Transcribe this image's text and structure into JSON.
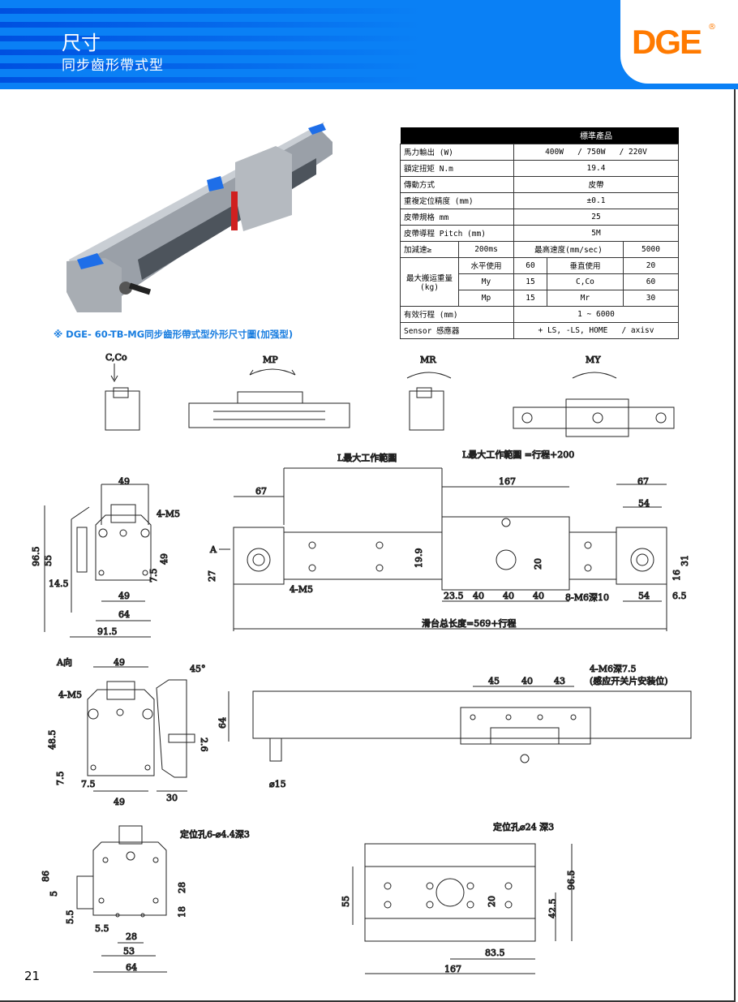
{
  "header": {
    "title": "尺寸",
    "subtitle": "同步齒形帶式型",
    "logo": "DGE",
    "logo_mark": "®"
  },
  "colors": {
    "header_blue": "#0a80f5",
    "logo_orange": "#ff7a00",
    "caption_blue": "#1a7ee0"
  },
  "caption": "※ DGE- 60-TB-MG同步齒形帶式型外形尺寸圖(加强型)",
  "spec_table": {
    "header": "標準產品",
    "rows": [
      {
        "label": "馬力輸出 (W)",
        "value": "400W   / 750W   / 220V"
      },
      {
        "label": "額定扭矩 N.m",
        "value": "19.4"
      },
      {
        "label": "傳動方式",
        "value": "皮帶"
      },
      {
        "label": "重複定位精度 (mm)",
        "value": "±0.1"
      },
      {
        "label": "皮帶規格 mm",
        "value": "25"
      },
      {
        "label": "皮帶導程 Pitch (mm)",
        "value": "5M"
      }
    ],
    "accel": {
      "label": "加減速≥",
      "value": "200ms",
      "speed_label": "最高速度(mm/sec)",
      "speed_value": "5000"
    },
    "load": {
      "label": "最大搬运重量(kg)",
      "rows": [
        [
          "水平使用",
          "60",
          "垂直使用",
          "20"
        ],
        [
          "My",
          "15",
          "C,Co",
          "60"
        ],
        [
          "Mp",
          "15",
          "Mr",
          "30"
        ]
      ]
    },
    "stroke": {
      "label": "有效行程 (mm)",
      "value": "1 ~ 6000"
    },
    "sensor": {
      "label": "Sensor  感應器",
      "value": "+ LS, -LS, HOME   / axisv"
    }
  },
  "moments": {
    "cco": "C,Co",
    "mp": "MP",
    "mr": "MR",
    "my": "MY"
  },
  "dims": {
    "l_max": "L最大工作範圍",
    "l_formula": "L最大工作範圍 =行程+200",
    "d49a": "49",
    "d4m5a": "4-M5",
    "d965": "96.5",
    "d55": "55",
    "d49v": "49",
    "d145": "14.5",
    "d75a": "7.5",
    "d49b": "49",
    "d64": "64",
    "d915": "91.5",
    "d67a": "67",
    "arrowA": "A",
    "d27": "27",
    "d4m5b": "4-M5",
    "d167": "167",
    "d199": "19.9",
    "d20": "20",
    "d235": "23.5",
    "d40a": "40",
    "d40b": "40",
    "d40c": "40",
    "d8m6": "8-M6深10",
    "d67b": "67",
    "d54a": "54",
    "d31": "31",
    "d16": "16",
    "d54b": "54",
    "d65": "6.5",
    "total": "滑台总长度=569+行程",
    "aview": "A向",
    "d49c": "49",
    "d45deg": "45°",
    "d4m5c": "4-M5",
    "d485": "48.5",
    "d75b": "7.5",
    "d75c": "7.5",
    "d26": "2.6",
    "d49d": "49",
    "d30": "30",
    "d64b": "64",
    "d45": "45",
    "d40d": "40",
    "d43": "43",
    "d4m6": "4-M6深7.5",
    "sensor_pos": "(感应开关片安装位)",
    "phi15": "⌀15",
    "pin1": "定位孔6-⌀4.4深3",
    "d86": "86",
    "d5": "5",
    "d55b": "5.5",
    "d28a": "28",
    "d18": "18",
    "d55c": "5.5",
    "d28b": "28",
    "d53": "53",
    "d64c": "64",
    "pin2": "定位孔⌀24 深3",
    "d55d": "55",
    "d20b": "20",
    "d965b": "96.5",
    "d425": "42.5",
    "d835": "83.5",
    "d167b": "167"
  },
  "page_number": "21"
}
